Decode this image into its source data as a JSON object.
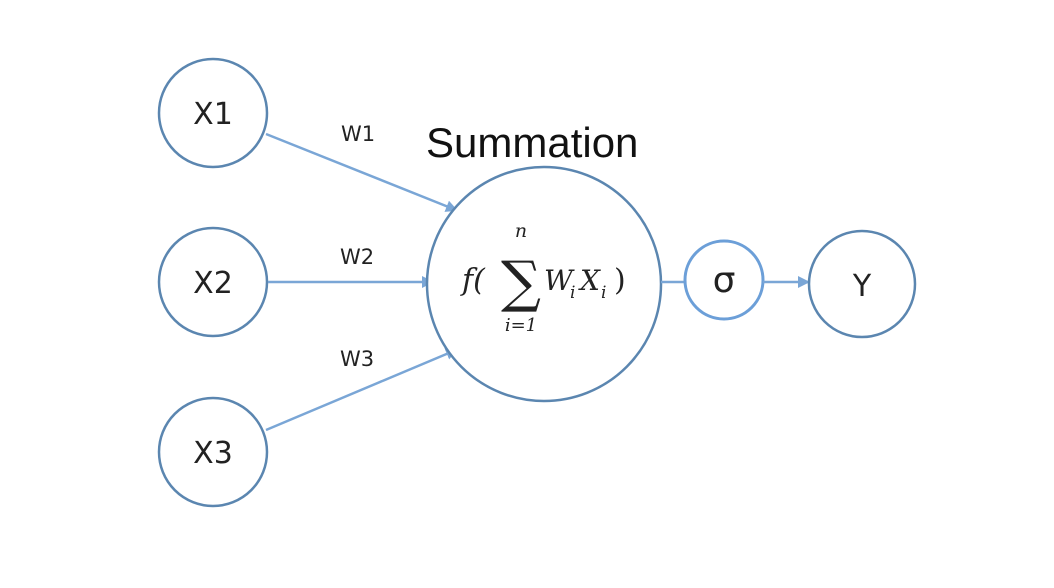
{
  "colors": {
    "stroke": "#5b86b0",
    "arrow": "#7aa6d6",
    "sigma_stroke": "#6c9fd8",
    "text": "#222222"
  },
  "title": "Summation",
  "inputs": [
    {
      "label": "X1",
      "weight": "W1"
    },
    {
      "label": "X2",
      "weight": "W2"
    },
    {
      "label": "X3",
      "weight": "W3"
    }
  ],
  "summation": {
    "func": "f(",
    "sigma_symbol": "∑",
    "upper": "n",
    "lower": "i=1",
    "W": "W",
    "X": "X",
    "sub": "i",
    "close": ")"
  },
  "activation": {
    "label": "σ"
  },
  "output": {
    "label": "Y"
  }
}
